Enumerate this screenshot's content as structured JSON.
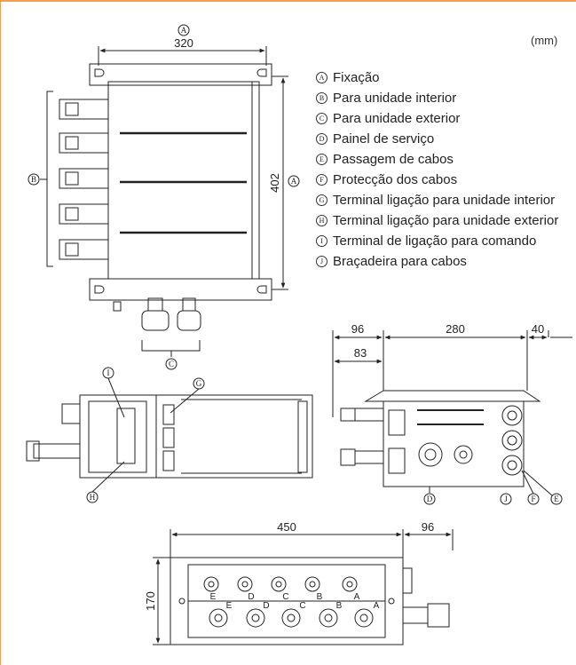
{
  "unit": "(mm)",
  "legend": [
    {
      "letter": "A",
      "text": "Fixação"
    },
    {
      "letter": "B",
      "text": "Para unidade interior"
    },
    {
      "letter": "C",
      "text": "Para unidade exterior"
    },
    {
      "letter": "D",
      "text": "Painel de serviço"
    },
    {
      "letter": "E",
      "text": "Passagem de cabos"
    },
    {
      "letter": "F",
      "text": "Protecção dos cabos"
    },
    {
      "letter": "G",
      "text": "Terminal ligação para unidade interior"
    },
    {
      "letter": "H",
      "text": "Terminal ligação para unidade exterior"
    },
    {
      "letter": "I",
      "text": "Terminal de ligação para comando"
    },
    {
      "letter": "J",
      "text": "Braçadeira para cabos"
    }
  ],
  "dimensions": {
    "top_width": "320",
    "top_height": "402",
    "side_96": "96",
    "side_280": "280",
    "side_40": "40",
    "side_83": "83",
    "bottom_450": "450",
    "bottom_96": "96",
    "bottom_170": "170"
  },
  "callouts": {
    "A_top": "A",
    "A_right": "A",
    "B": "B",
    "C": "C",
    "I": "I",
    "G": "G",
    "H": "H",
    "D": "D",
    "J": "J",
    "F": "F",
    "E": "E"
  },
  "port_labels_top": [
    "E",
    "D",
    "C",
    "B",
    "A"
  ],
  "port_labels_bottom": [
    "E",
    "D",
    "C",
    "B",
    "A"
  ]
}
